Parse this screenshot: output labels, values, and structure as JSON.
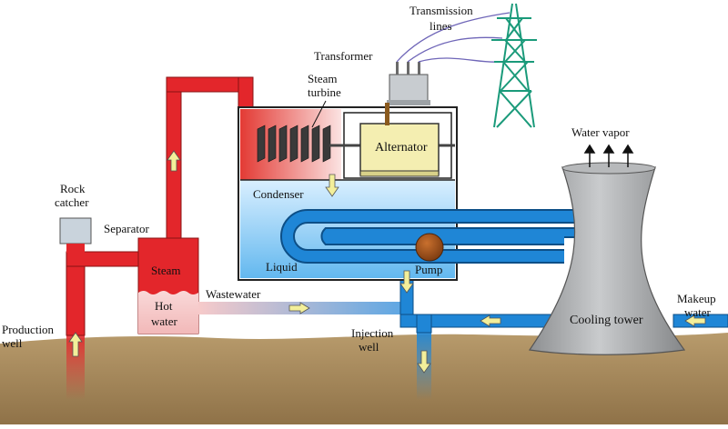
{
  "labels": {
    "transmission_lines": [
      "Transmission",
      "lines"
    ],
    "transformer": "Transformer",
    "steam_turbine": [
      "Steam",
      "turbine"
    ],
    "alternator": "Alternator",
    "water_vapor": "Water vapor",
    "rock_catcher": [
      "Rock",
      "catcher"
    ],
    "separator": "Separator",
    "condenser": "Condenser",
    "steam": "Steam",
    "liquid": "Liquid",
    "pump": "Pump",
    "hot_water": [
      "Hot",
      "water"
    ],
    "wastewater": "Wastewater",
    "production_well": [
      "Production",
      "well"
    ],
    "injection_well": [
      "Injection",
      "well"
    ],
    "cooling_tower": "Cooling tower",
    "makeup_water": [
      "Makeup",
      "water"
    ]
  },
  "colors": {
    "steam_pipe": "#e3262b",
    "water_pipe": "#1f86d6",
    "ground": "#a8895f",
    "tower": "#a7a9ab",
    "pylon": "#1a9a7a",
    "alternator": "#f4eeb1",
    "arrow_fill": "#f3ef9a"
  }
}
